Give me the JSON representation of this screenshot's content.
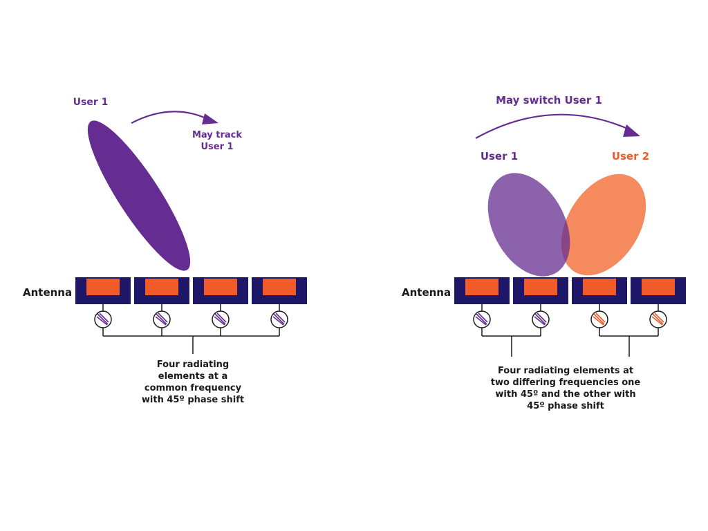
{
  "left": {
    "user_label": "User 1",
    "track_label": [
      "May track",
      "User 1"
    ],
    "antenna_label": "Antenna",
    "caption": [
      "Four radiating",
      "elements at a",
      "common frequency",
      "with 45º phase shift"
    ]
  },
  "right": {
    "switch_label": "May switch User 1",
    "user1_label": "User 1",
    "user2_label": "User 2",
    "antenna_label": "Antenna",
    "caption": [
      "Four radiating elements at",
      "two differing frequencies one",
      "with 45º and the other with",
      "45º phase shift"
    ]
  },
  "colors": {
    "purple": "#652d91",
    "purple_light": "#8d60ad",
    "orange": "#f15a29",
    "orange_light": "#f58a5f",
    "navy": "#1e1666",
    "black": "#1a1a1a"
  }
}
